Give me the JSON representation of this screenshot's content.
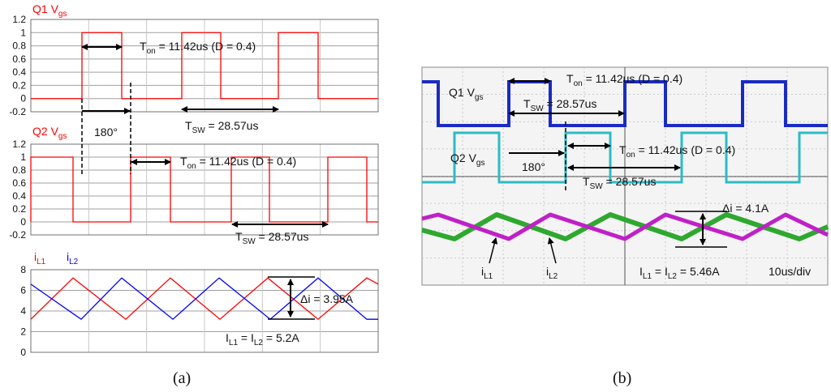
{
  "panel_labels": {
    "a": "(a)",
    "b": "(b)"
  },
  "colors": {
    "q1_sim": "#ff0000",
    "q2_sim": "#ff0000",
    "iL1_sim": "#ff0000",
    "iL2_sim": "#0000ff",
    "q1_scope": "#1a2bc4",
    "q2_scope": "#2bbcc4",
    "iL1_scope": "#c020c8",
    "iL2_scope": "#2ea82e",
    "scope_bg": "#f4f4f4",
    "grid": "#bdbdbd",
    "frame": "#888888"
  },
  "chart_data": [
    {
      "type": "line",
      "panel": "a",
      "title": "Q1 V",
      "title_sub": "gs",
      "ylim": [
        -0.2,
        1.2
      ],
      "yticks": [
        "1.2",
        "1",
        "0.8",
        "0.6",
        "0.4",
        "0.2",
        "0",
        "-0.2"
      ],
      "grid": true,
      "series": [
        {
          "name": "Q1 Vgs",
          "high": 1,
          "low": 0,
          "edges": [
            [
              2,
              3
            ],
            [
              4,
              5
            ],
            [
              6,
              7
            ]
          ]
        }
      ],
      "annotations": {
        "ton_main": "T",
        "ton_sub": "on",
        "ton_rest": " = 11.42us (D = 0.4)",
        "tsw_main": "T",
        "tsw_sub": "SW",
        "tsw_rest": " = 28.57us",
        "phase": "180°"
      }
    },
    {
      "type": "line",
      "panel": "a",
      "title": "Q2 V",
      "title_sub": "gs",
      "ylim": [
        -0.2,
        1.2
      ],
      "yticks": [
        "1.2",
        "1",
        "0.8",
        "0.6",
        "0.4",
        "0.2",
        "0",
        "-0.2"
      ],
      "grid": true,
      "series": [
        {
          "name": "Q2 Vgs",
          "high": 1,
          "low": 0
        }
      ],
      "annotations": {
        "ton_main": "T",
        "ton_sub": "on",
        "ton_rest": " = 11.42us (D = 0.4)",
        "tsw_main": "T",
        "tsw_sub": "SW",
        "tsw_rest": " = 28.57us"
      }
    },
    {
      "type": "line",
      "panel": "a",
      "ylim": [
        0,
        8
      ],
      "yticks": [
        "8",
        "6",
        "4",
        "2",
        "0"
      ],
      "grid": true,
      "series": [
        {
          "name": "i",
          "name_sub": "L1",
          "min": 3.2,
          "max": 7.2
        },
        {
          "name": "i",
          "name_sub": "L2",
          "min": 3.2,
          "max": 7.2
        }
      ],
      "annotations": {
        "delta": "Δi = 3.95A",
        "avg_a": "I",
        "avg_a_sub": "L1",
        "avg_mid": " = I",
        "avg_b_sub": "L2",
        "avg_rest": " = 5.2A"
      }
    },
    {
      "type": "line",
      "panel": "b",
      "grid": true,
      "series": [
        {
          "name": "Q1 V",
          "name_sub": "gs"
        },
        {
          "name": "Q2 V",
          "name_sub": "gs"
        },
        {
          "name": "i",
          "name_sub": "L1"
        },
        {
          "name": "i",
          "name_sub": "L2"
        }
      ],
      "annotations": {
        "ton1_main": "T",
        "ton1_sub": "on",
        "ton1_rest": " = 11.42us (D = 0.4)",
        "tsw1_main": "T",
        "tsw1_sub": "SW",
        "tsw1_rest": " = 28.57us",
        "ton2_main": "T",
        "ton2_sub": "on",
        "ton2_rest": " = 11.42us (D = 0.4)",
        "tsw2_main": "T",
        "tsw2_sub": "SW",
        "tsw2_rest": " = 28.57us",
        "phase": "180°",
        "delta": "Δi = 4.1A",
        "avg_a": "I",
        "avg_a_sub": "L1",
        "avg_mid": " = I",
        "avg_b_sub": "L2",
        "avg_rest": " = 5.46A",
        "timebase": "10us/div"
      }
    }
  ]
}
